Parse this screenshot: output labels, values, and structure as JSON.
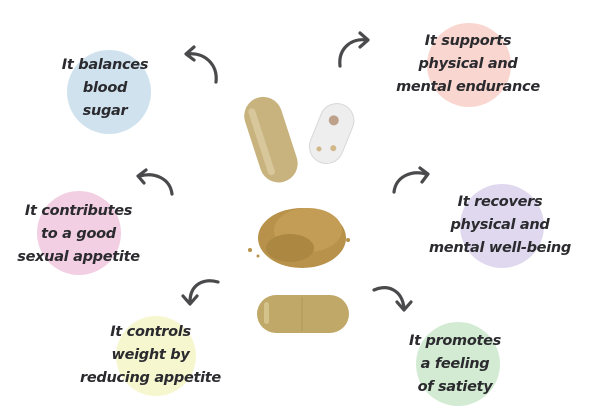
{
  "benefits": [
    {
      "id": "blood-sugar",
      "lines": [
        "It balances",
        "blood",
        "sugar"
      ],
      "color": "#cfe2ee"
    },
    {
      "id": "endurance",
      "lines": [
        "It supports",
        "physical and",
        "mental endurance"
      ],
      "color": "#f9d6cf"
    },
    {
      "id": "sexual-appetite",
      "lines": [
        "It contributes",
        "to a good",
        "sexual appetite"
      ],
      "color": "#f2cfe2"
    },
    {
      "id": "well-being",
      "lines": [
        "It recovers",
        "physical and",
        "mental well-being"
      ],
      "color": "#e0d8ee"
    },
    {
      "id": "weight",
      "lines": [
        "It controls",
        "weight by",
        "reducing appetite"
      ],
      "color": "#f6f6cf"
    },
    {
      "id": "satiety",
      "lines": [
        "It promotes",
        "a feeling",
        "of satiety"
      ],
      "color": "#d3ebd3"
    }
  ],
  "colors": {
    "text": "#2b2b2f",
    "arrow": "#4a4a4c",
    "capsule": "#c4ac72",
    "powder": "#b8924a"
  }
}
